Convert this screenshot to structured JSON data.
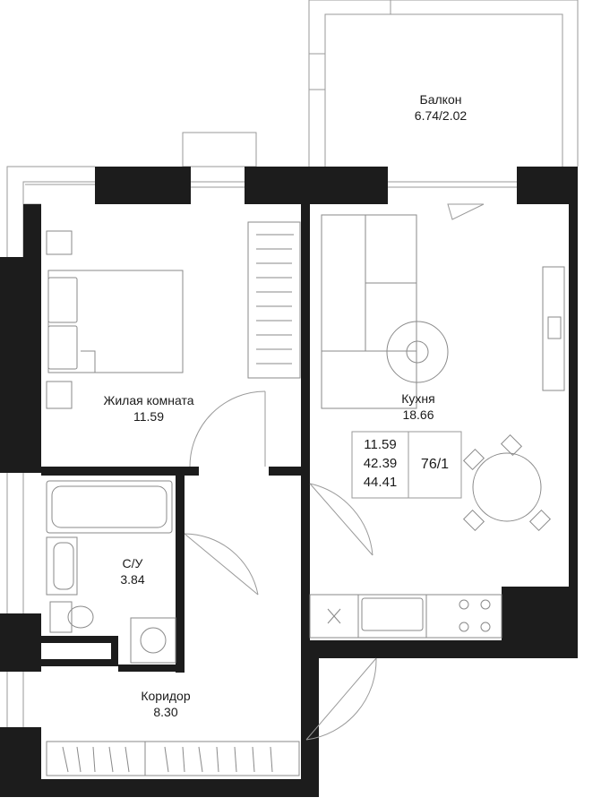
{
  "rooms": {
    "balcony": {
      "name": "Балкон",
      "area": "6.74/2.02"
    },
    "living": {
      "name": "Жилая комната",
      "area": "11.59"
    },
    "kitchen": {
      "name": "Кухня",
      "area": "18.66"
    },
    "bathroom": {
      "name": "С/У",
      "area": "3.84"
    },
    "corridor": {
      "name": "Коридор",
      "area": "8.30"
    }
  },
  "summary": {
    "living_area": "11.59",
    "total_area": "42.39",
    "total_with_balcony": "44.41",
    "apartment_number": "76/1"
  },
  "colors": {
    "wall": "#1c1c1c",
    "line": "#9a9a9a",
    "furniture": "#8a8a8a",
    "background": "#ffffff"
  }
}
